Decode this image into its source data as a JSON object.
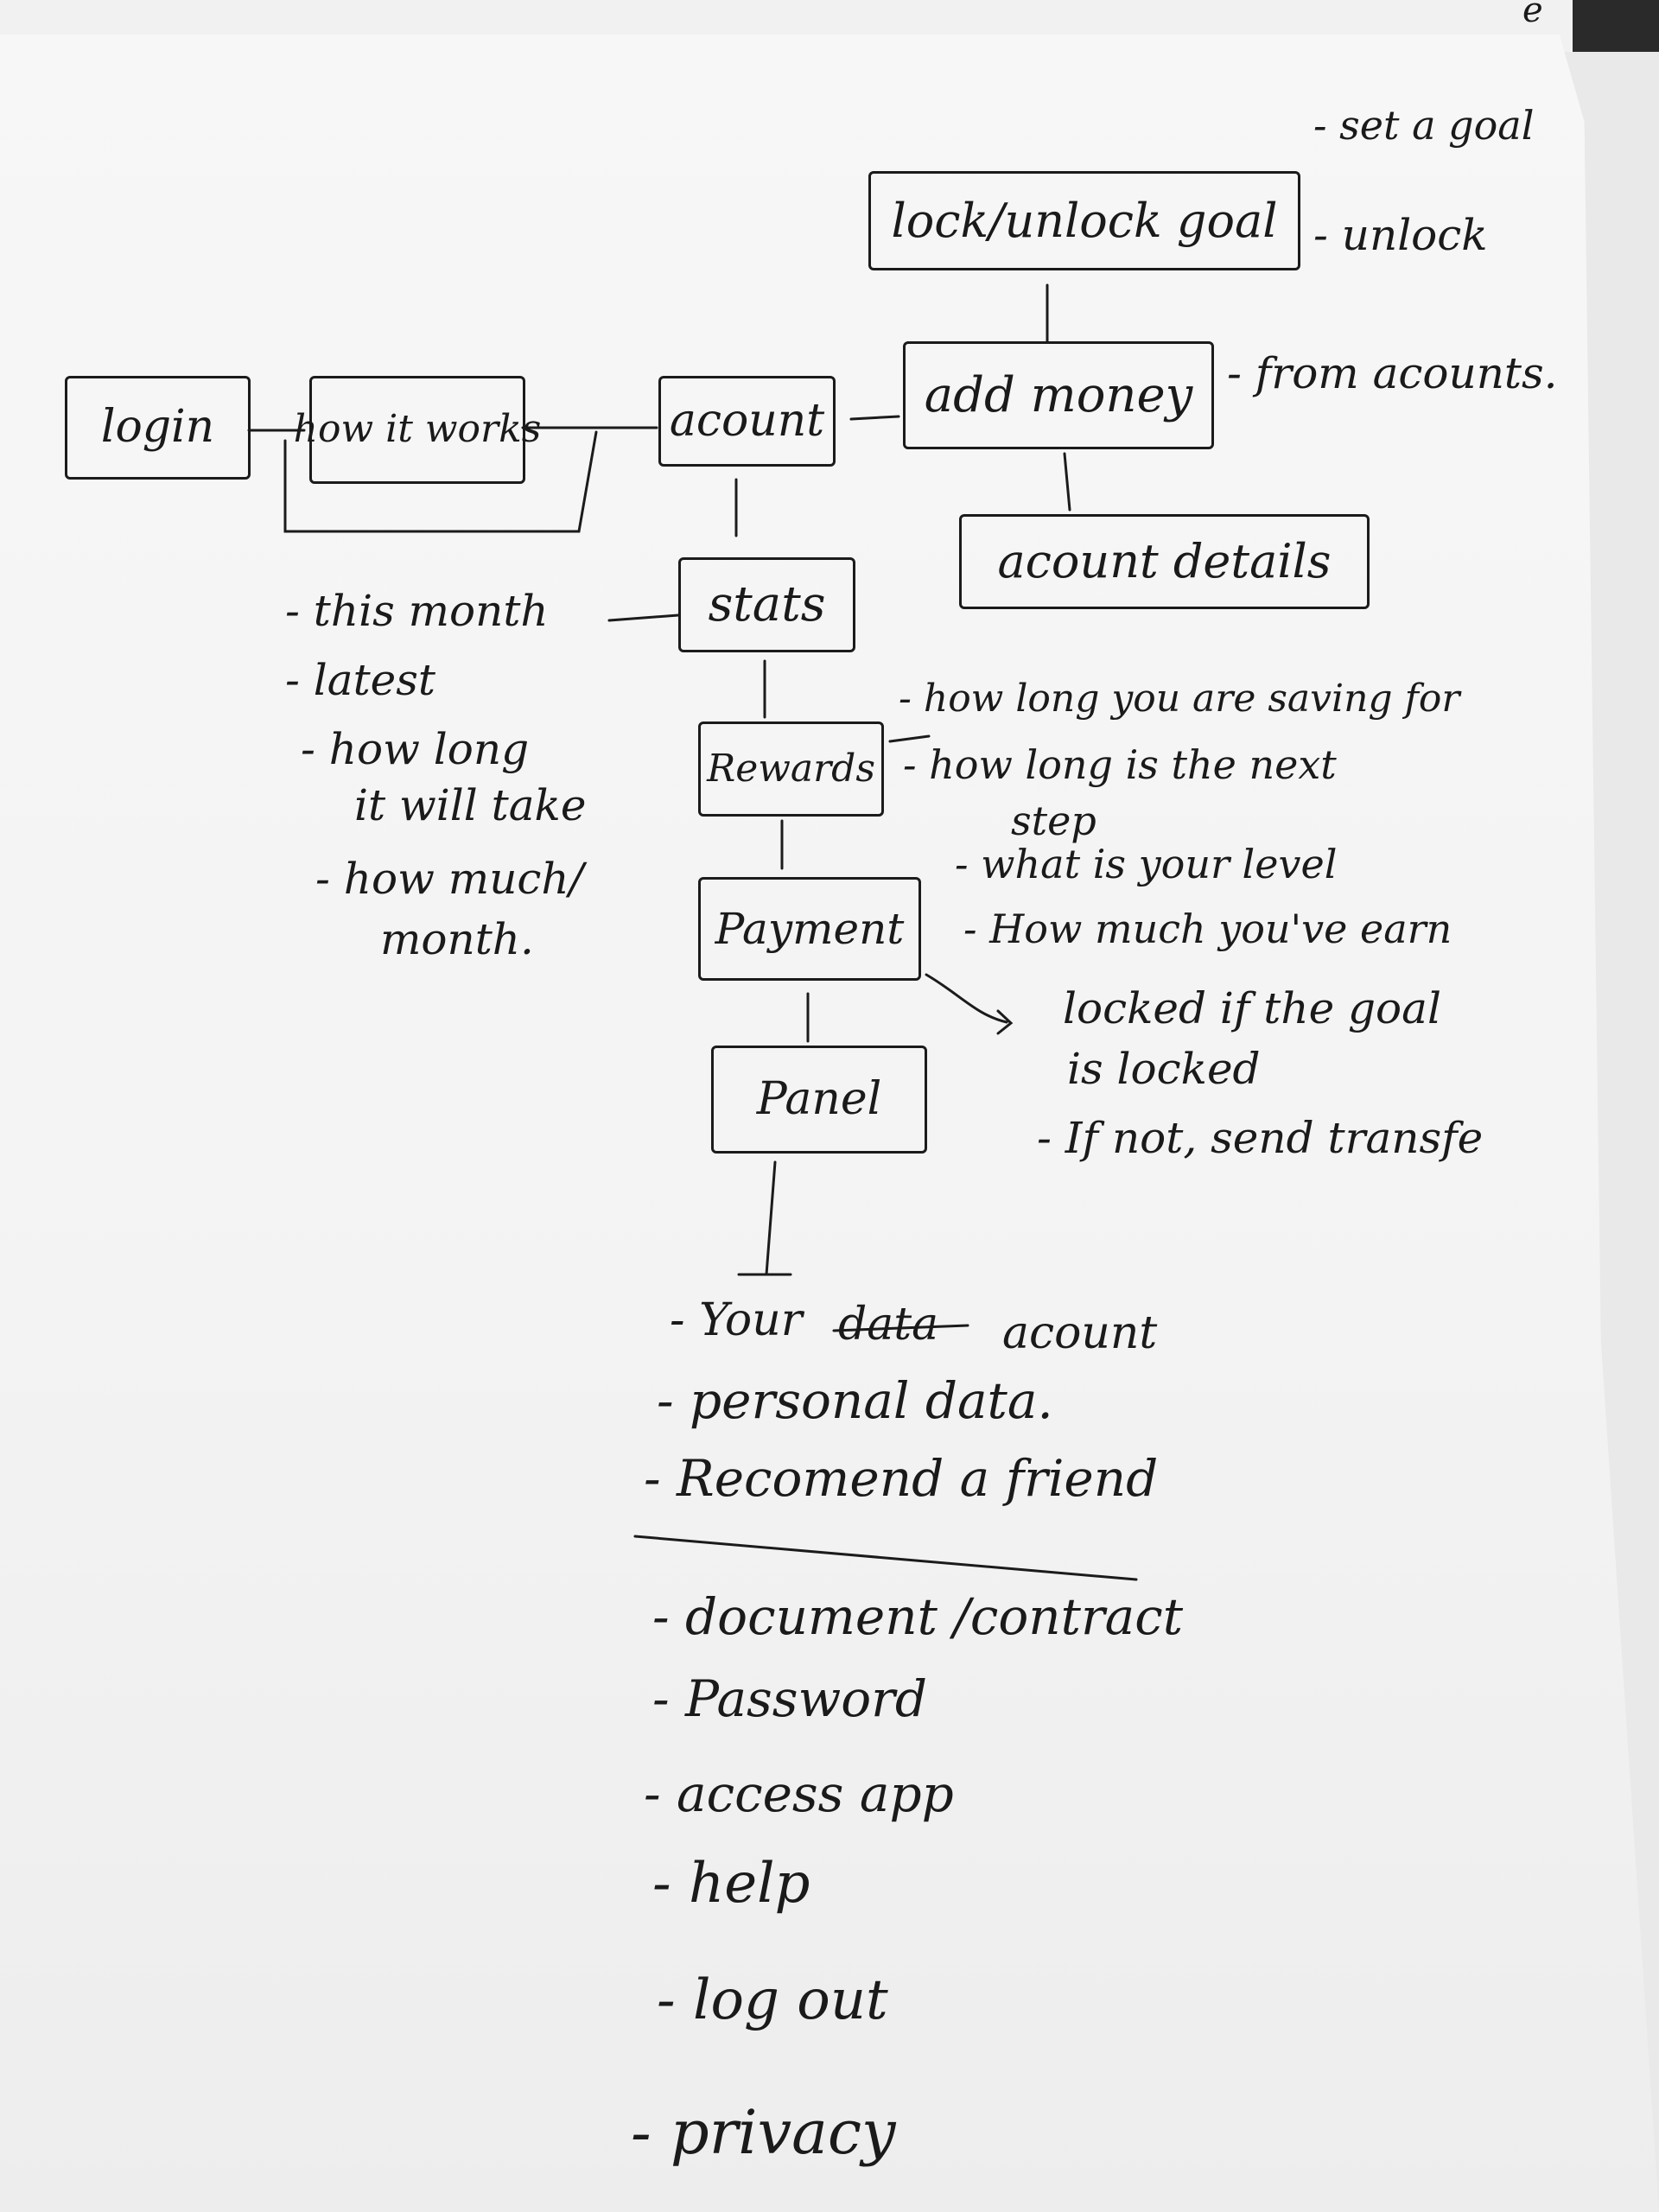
{
  "nodes": {
    "login": "login",
    "how_it_works": "how it works",
    "account": "acount",
    "add_money": "add money",
    "lock_unlock_goal": "lock/unlock goal",
    "account_details": "acount details",
    "stats": "stats",
    "rewards": "Rewards",
    "payment": "Payment",
    "panel": "Panel"
  },
  "lock_goal_notes": [
    "- set a goal",
    "- unlock"
  ],
  "add_money_note": "- from acounts.",
  "stats_notes": [
    "- this month",
    "- latest",
    "- how long",
    "it will take",
    "- how much/",
    "month."
  ],
  "rewards_notes": [
    "- how long you are saving for",
    "- how long is the next",
    "step",
    "- what is your level",
    "- How much you've earn"
  ],
  "payment_notes": [
    "locked if the goal",
    "is locked",
    "- If not, send transfe"
  ],
  "panel_menu_a": [
    "- Your",
    "data",
    "acount",
    "- personal data.",
    "- Recomend a friend"
  ],
  "panel_menu_b": [
    "- document /contract",
    "- Password",
    "- access app",
    "- help",
    "- log out",
    "- privacy"
  ],
  "corner_mark": "e"
}
